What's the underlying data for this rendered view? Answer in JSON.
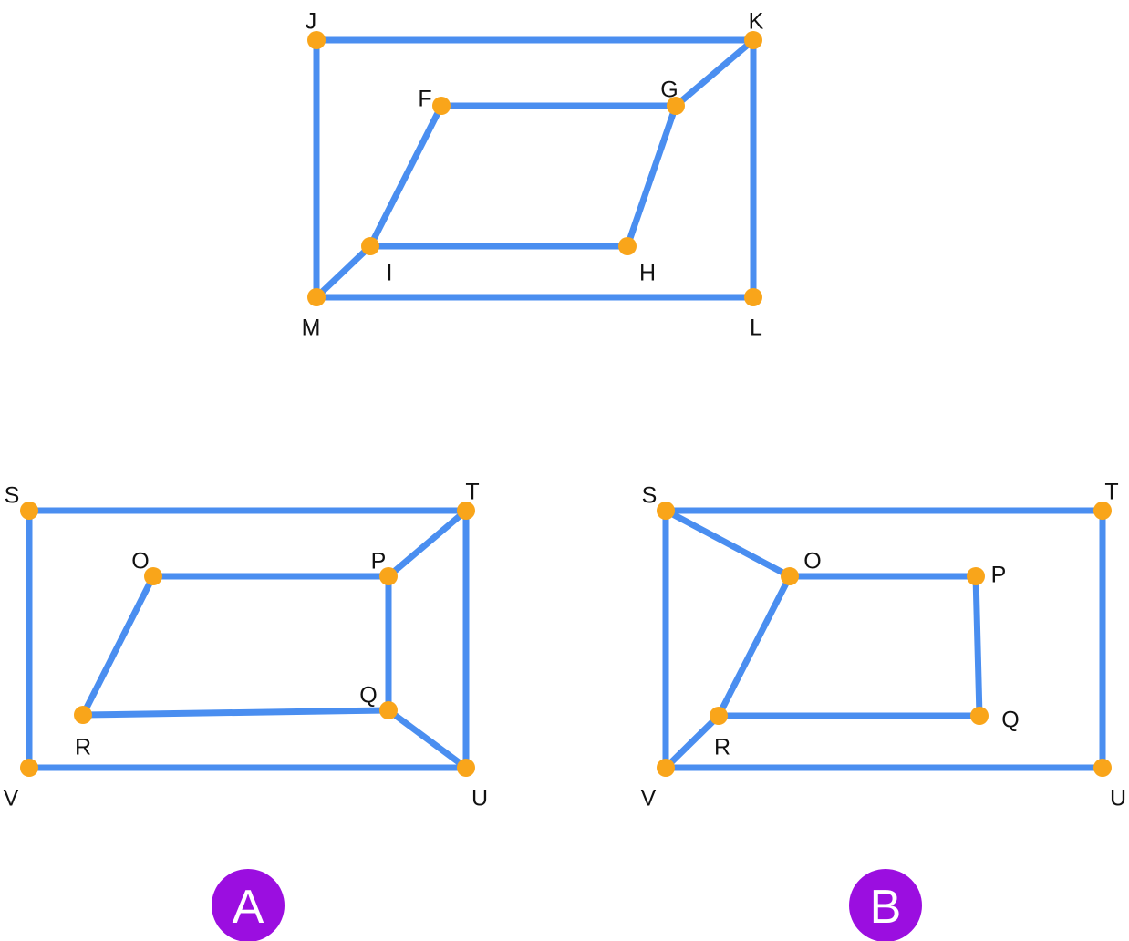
{
  "colors": {
    "edge": "#4a8ef0",
    "node": "#f9a51a",
    "badge": "#9b0ee0",
    "label": "#111111",
    "badge_text": "#ffffff"
  },
  "graphs": [
    {
      "id": "top",
      "vertices": [
        {
          "id": "J",
          "label": "J"
        },
        {
          "id": "K",
          "label": "K"
        },
        {
          "id": "F",
          "label": "F"
        },
        {
          "id": "G",
          "label": "G"
        },
        {
          "id": "I",
          "label": "I"
        },
        {
          "id": "H",
          "label": "H"
        },
        {
          "id": "M",
          "label": "M"
        },
        {
          "id": "L",
          "label": "L"
        }
      ],
      "edges": [
        [
          "J",
          "K"
        ],
        [
          "K",
          "L"
        ],
        [
          "L",
          "M"
        ],
        [
          "M",
          "J"
        ],
        [
          "F",
          "G"
        ],
        [
          "G",
          "H"
        ],
        [
          "H",
          "I"
        ],
        [
          "I",
          "F"
        ],
        [
          "G",
          "K"
        ],
        [
          "I",
          "M"
        ]
      ]
    },
    {
      "id": "A",
      "vertices": [
        {
          "id": "S",
          "label": "S"
        },
        {
          "id": "T",
          "label": "T"
        },
        {
          "id": "O",
          "label": "O"
        },
        {
          "id": "P",
          "label": "P"
        },
        {
          "id": "Q",
          "label": "Q"
        },
        {
          "id": "R",
          "label": "R"
        },
        {
          "id": "V",
          "label": "V"
        },
        {
          "id": "U",
          "label": "U"
        }
      ],
      "edges": [
        [
          "S",
          "T"
        ],
        [
          "T",
          "U"
        ],
        [
          "U",
          "V"
        ],
        [
          "V",
          "S"
        ],
        [
          "O",
          "P"
        ],
        [
          "P",
          "Q"
        ],
        [
          "Q",
          "R"
        ],
        [
          "R",
          "O"
        ],
        [
          "P",
          "T"
        ],
        [
          "Q",
          "U"
        ]
      ]
    },
    {
      "id": "B",
      "vertices": [
        {
          "id": "S",
          "label": "S"
        },
        {
          "id": "T",
          "label": "T"
        },
        {
          "id": "O",
          "label": "O"
        },
        {
          "id": "P",
          "label": "P"
        },
        {
          "id": "Q",
          "label": "Q"
        },
        {
          "id": "R",
          "label": "R"
        },
        {
          "id": "V",
          "label": "V"
        },
        {
          "id": "U",
          "label": "U"
        }
      ],
      "edges": [
        [
          "S",
          "T"
        ],
        [
          "T",
          "U"
        ],
        [
          "U",
          "V"
        ],
        [
          "V",
          "S"
        ],
        [
          "O",
          "P"
        ],
        [
          "P",
          "Q"
        ],
        [
          "Q",
          "R"
        ],
        [
          "R",
          "O"
        ],
        [
          "S",
          "O"
        ],
        [
          "R",
          "V"
        ]
      ]
    }
  ],
  "badges": [
    {
      "id": "A",
      "text": "A"
    },
    {
      "id": "B",
      "text": "B"
    }
  ]
}
